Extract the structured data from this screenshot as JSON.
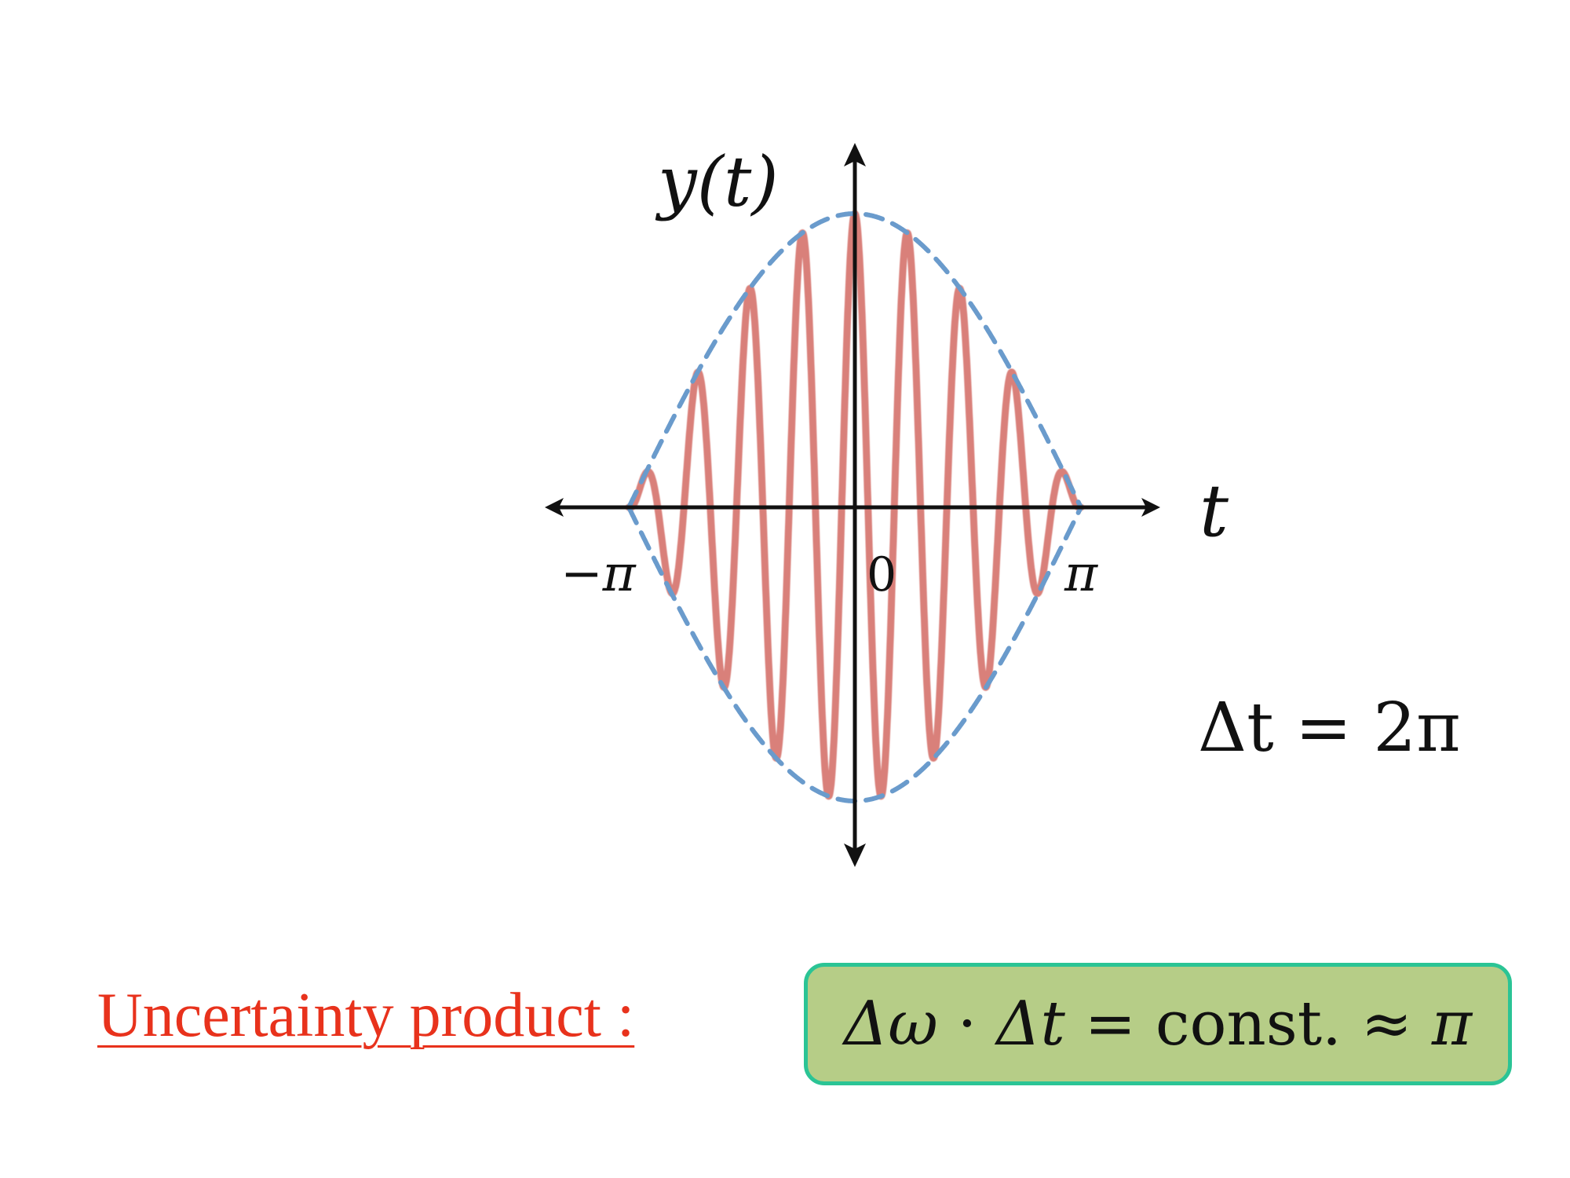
{
  "diagram": {
    "y_axis_label": "y(t)",
    "x_axis_label": "t",
    "tick_left": "−π",
    "tick_center": "0",
    "tick_right": "π",
    "delta_t": "Δt = 2π",
    "colors": {
      "signal": "#d9807a",
      "envelope": "#6a9bcc",
      "axis": "#111111"
    }
  },
  "uncertainty": {
    "label": "Uncertainty product :"
  },
  "formula": {
    "delta_omega": "Δω",
    "dot": " · ",
    "delta_t": "Δt",
    "rest": " = const.  ≈ ",
    "pi": "π",
    "colors": {
      "fill": "#b6cd87",
      "border": "#2bc495"
    }
  }
}
